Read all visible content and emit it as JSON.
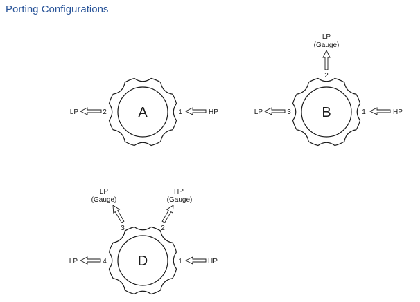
{
  "title": "Porting Configurations",
  "colors": {
    "title": "#2a5599",
    "line": "#1a1a1a"
  },
  "configs": [
    {
      "label": "A",
      "ports": [
        {
          "number": "2",
          "connection": "LP"
        },
        {
          "number": "1",
          "connection": "HP"
        }
      ]
    },
    {
      "label": "B",
      "ports": [
        {
          "number": "3",
          "connection": "LP"
        },
        {
          "number": "2",
          "connection": "LP",
          "note": "(Gauge)"
        },
        {
          "number": "1",
          "connection": "HP"
        }
      ]
    },
    {
      "label": "D",
      "ports": [
        {
          "number": "4",
          "connection": "LP"
        },
        {
          "number": "3",
          "connection": "LP",
          "note": "(Gauge)"
        },
        {
          "number": "2",
          "connection": "HP",
          "note": "(Gauge)"
        },
        {
          "number": "1",
          "connection": "HP"
        }
      ]
    }
  ]
}
